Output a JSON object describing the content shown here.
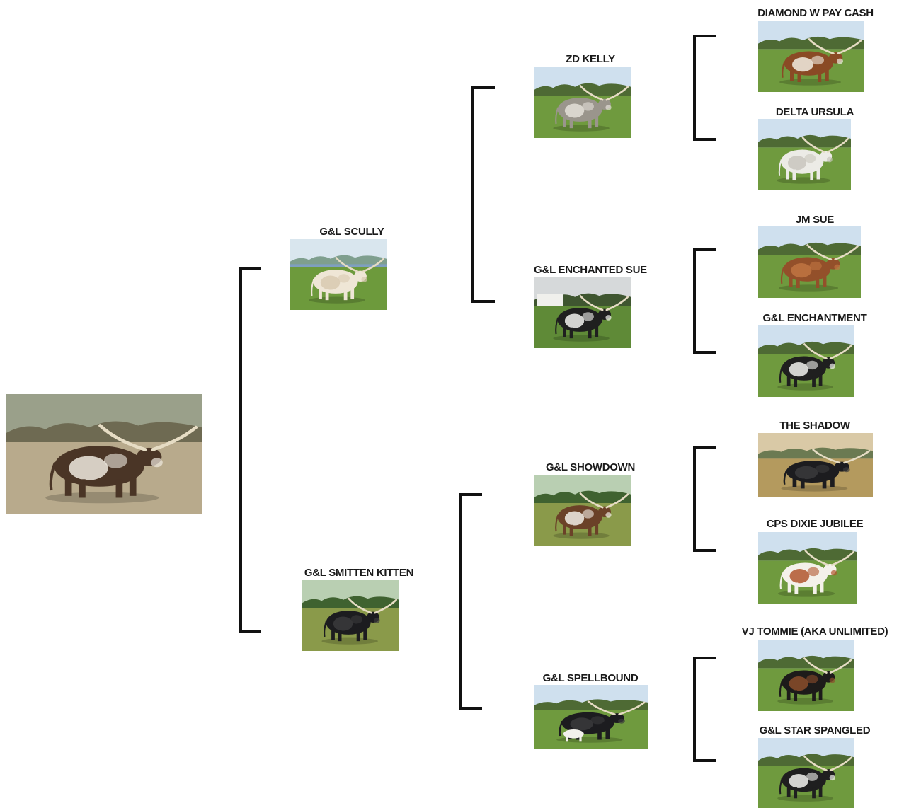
{
  "pedigree": {
    "subject": {
      "name": "",
      "photo": {
        "coat": "brindle-white",
        "background": "dry-pasture"
      }
    },
    "sire": {
      "name": "G&L SCULLY",
      "photo": {
        "coat": "cream",
        "background": "lake-pasture"
      },
      "sire": {
        "name": "ZD KELLY",
        "photo": {
          "coat": "grey-white",
          "background": "green-pasture"
        },
        "sire": {
          "name": "DIAMOND W PAY CASH",
          "photo": {
            "coat": "red-white",
            "background": "green-pasture"
          }
        },
        "dam": {
          "name": "DELTA URSULA",
          "photo": {
            "coat": "white",
            "background": "green-pasture"
          }
        }
      },
      "dam": {
        "name": "G&L ENCHANTED SUE",
        "photo": {
          "coat": "black-white",
          "background": "barn-pasture"
        },
        "sire": {
          "name": "JM SUE",
          "photo": {
            "coat": "red",
            "background": "green-pasture"
          }
        },
        "dam": {
          "name": "G&L ENCHANTMENT",
          "photo": {
            "coat": "black-white",
            "background": "green-pasture"
          }
        }
      }
    },
    "dam": {
      "name": "G&L SMITTEN KITTEN",
      "photo": {
        "coat": "black",
        "background": "trees-pasture"
      },
      "sire": {
        "name": "G&L SHOWDOWN",
        "photo": {
          "coat": "brown-white",
          "background": "trees-pasture"
        },
        "sire": {
          "name": "THE SHADOW",
          "photo": {
            "coat": "black",
            "background": "dry-field"
          }
        },
        "dam": {
          "name": "CPS DIXIE JUBILEE",
          "photo": {
            "coat": "white-red",
            "background": "green-pasture"
          }
        }
      },
      "dam": {
        "name": "G&L SPELLBOUND",
        "photo": {
          "coat": "black",
          "background": "green-pasture",
          "calf": true
        },
        "sire": {
          "name": "VJ TOMMIE (AKA UNLIMITED)",
          "photo": {
            "coat": "black-red",
            "background": "green-pasture"
          }
        },
        "dam": {
          "name": "G&L STAR SPANGLED",
          "photo": {
            "coat": "black-white",
            "background": "green-pasture"
          }
        }
      }
    }
  },
  "colors": {
    "bracket": "#111111",
    "label": "#1a1a1a",
    "grass": "#6f9a3e",
    "dry_grass": "#b7a98c",
    "sky": "#cfe0ee"
  }
}
